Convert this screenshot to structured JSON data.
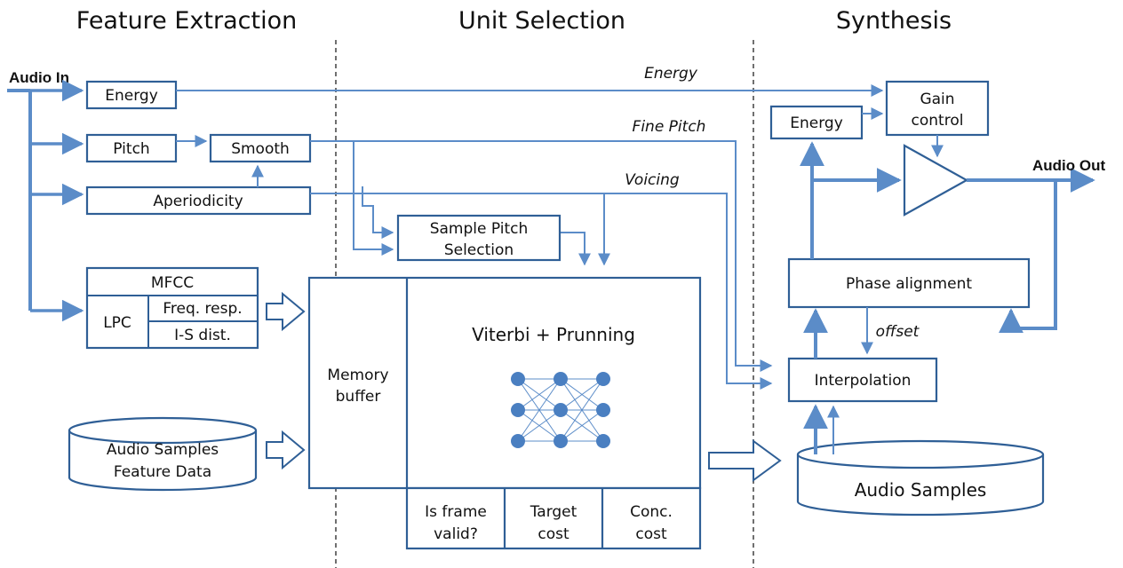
{
  "sections": {
    "feature_extraction": "Feature Extraction",
    "unit_selection": "Unit Selection",
    "synthesis": "Synthesis"
  },
  "io": {
    "audio_in": "Audio In",
    "audio_out": "Audio Out"
  },
  "feature": {
    "energy": "Energy",
    "pitch": "Pitch",
    "smooth": "Smooth",
    "aperiodicity": "Aperiodicity",
    "mfcc": "MFCC",
    "lpc": "LPC",
    "freq_resp": "Freq. resp.",
    "is_dist": "I-S dist.",
    "db_line1": "Audio Samples",
    "db_line2": "Feature Data"
  },
  "unit": {
    "sample_pitch_1": "Sample Pitch",
    "sample_pitch_2": "Selection",
    "memory_1": "Memory",
    "memory_2": "buffer",
    "viterbi": "Viterbi + Prunning",
    "valid_1": "Is frame",
    "valid_2": "valid?",
    "target_1": "Target",
    "target_2": "cost",
    "conc_1": "Conc.",
    "conc_2": "cost"
  },
  "signals": {
    "energy": "Energy",
    "fine_pitch": "Fine Pitch",
    "voicing": "Voicing",
    "offset": "offset"
  },
  "synthesis": {
    "energy": "Energy",
    "gain_1": "Gain",
    "gain_2": "control",
    "phase": "Phase alignment",
    "interp": "Interpolation",
    "samples": "Audio Samples"
  },
  "colors": {
    "line": "#5b8cc8",
    "box": "#2f5f96",
    "node": "#4a7fc1"
  }
}
